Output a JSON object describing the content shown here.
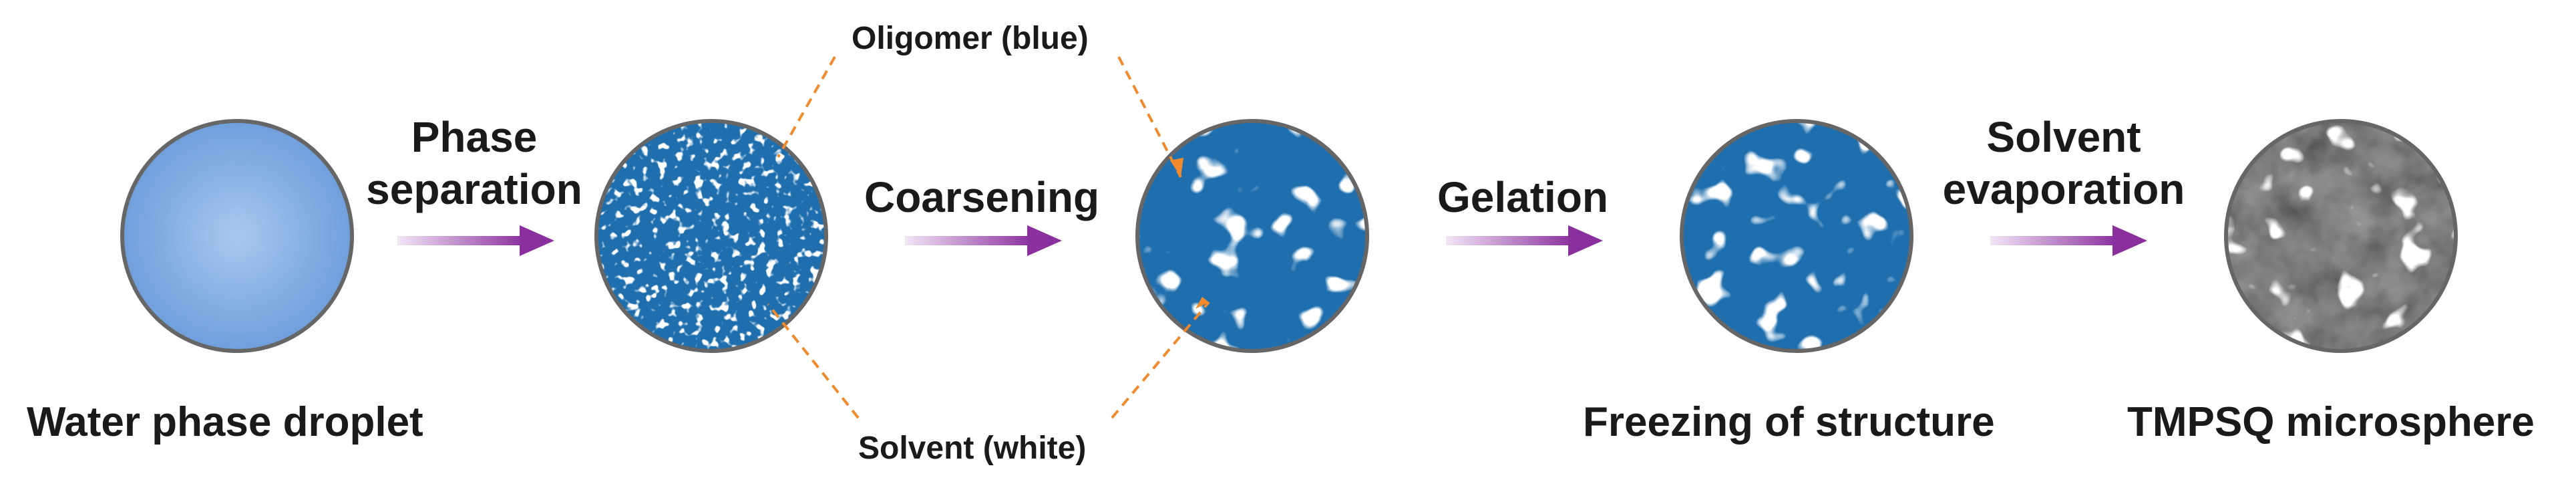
{
  "stages": [
    {
      "id": "droplet",
      "caption": "Water phase droplet"
    },
    {
      "id": "separated",
      "caption": ""
    },
    {
      "id": "coarsened",
      "caption": ""
    },
    {
      "id": "frozen",
      "caption": "Freezing of structure"
    },
    {
      "id": "microsphere",
      "caption": "TMPSQ microsphere"
    }
  ],
  "steps": [
    {
      "line1": "Phase",
      "line2": "separation"
    },
    {
      "line1": "Coarsening",
      "line2": ""
    },
    {
      "line1": "Gelation",
      "line2": ""
    },
    {
      "line1": "Solvent",
      "line2": "evaporation"
    }
  ],
  "callouts": {
    "oligomer": "Oligomer (blue)",
    "solvent": "Solvent (white)"
  },
  "colors": {
    "droplet_center": "#a9c8ee",
    "droplet_edge": "#6f9fdb",
    "oligomer_blue": "#1f6fae",
    "solvent_white": "#ffffff",
    "circle_outline": "#666666",
    "arrow_start": "#f2e6f5",
    "arrow_end": "#8a2f9e",
    "callout_line": "#f08a2c"
  }
}
